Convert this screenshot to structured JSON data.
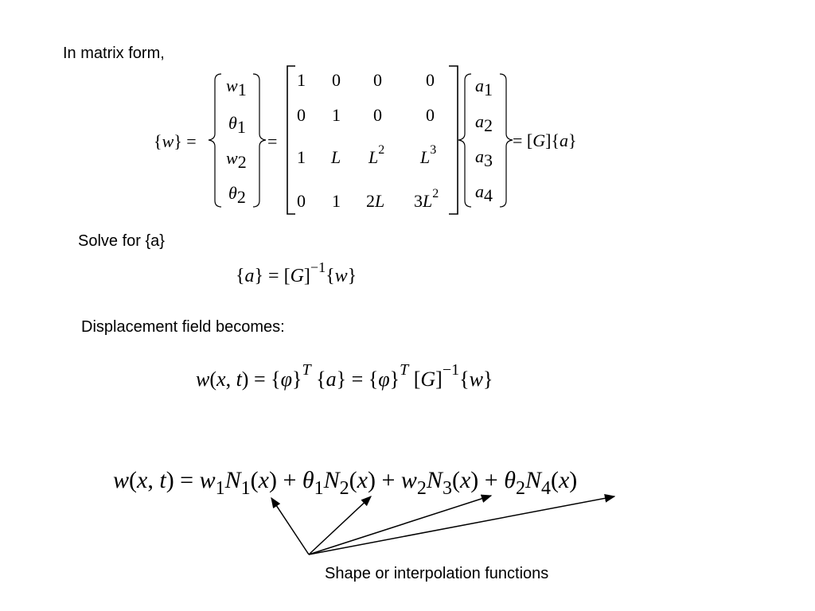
{
  "slide": {
    "intro_label": "In matrix form,",
    "solve_label": "Solve for {a}",
    "displacement_label": "Displacement field becomes:",
    "annotation_label": "Shape or interpolation functions"
  },
  "equations": {
    "matrix_form": {
      "lhs": "{w}",
      "w_vector": [
        "w1",
        "θ1",
        "w2",
        "θ2"
      ],
      "G_matrix": [
        [
          "1",
          "0",
          "0",
          "0"
        ],
        [
          "0",
          "1",
          "0",
          "0"
        ],
        [
          "1",
          "L",
          "L²",
          "L³"
        ],
        [
          "0",
          "1",
          "2L",
          "3L²"
        ]
      ],
      "a_vector": [
        "a1",
        "a2",
        "a3",
        "a4"
      ],
      "rhs": "[G]{a}"
    },
    "solve": "{a} = [G]⁻¹{w}",
    "displacement": "w(x,t) = {φ}ᵀ{a} = {φ}ᵀ[G]⁻¹{w}",
    "interpolation": "w(x,t) = w1N1(x) + θ1N2(x) + w2N3(x) + θ2N4(x)"
  }
}
